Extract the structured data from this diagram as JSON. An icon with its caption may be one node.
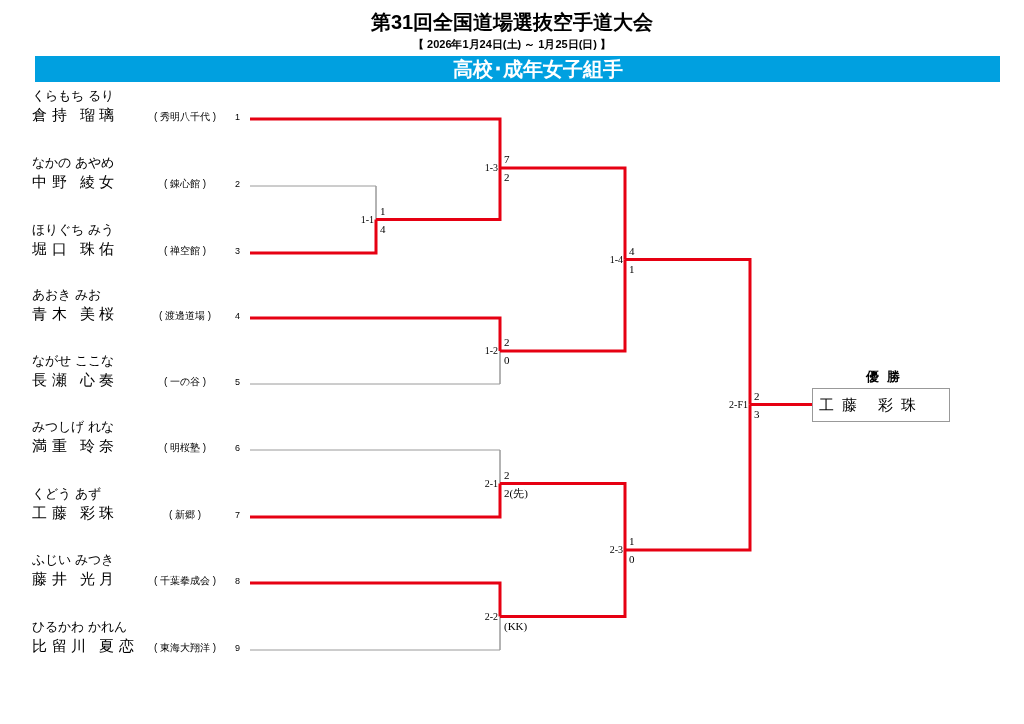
{
  "diagram": {
    "title": "第31回全国道場選抜空手道大会",
    "nodes": [
      {
        "text": [
          "高校･成年女子組手"
        ]
      },
      {
        "text": [
          "くらもち るり",
          "倉持 瑠璃",
          "( 秀明八千代 )"
        ],
        "beside": [
          "1"
        ]
      },
      {
        "text": [
          "なかの あやめ",
          "中野 綾女",
          "( 錬心館 )"
        ],
        "beside": [
          "2"
        ]
      },
      {
        "text": [
          "ほりぐち みう",
          "堀口 珠佑",
          "( 禅空館 )"
        ],
        "beside": [
          "3"
        ]
      },
      {
        "text": [
          "あおき みお",
          "青木 美桜",
          "( 渡邊道場 )"
        ],
        "beside": [
          "4"
        ]
      },
      {
        "text": [
          "ながせ ここな",
          "長瀬 心奏",
          "( 一の谷 )"
        ],
        "beside": [
          "5"
        ]
      },
      {
        "text": [
          "みつしげ れな",
          "満重 玲奈",
          "( 明桜塾 )"
        ],
        "beside": [
          "6"
        ]
      },
      {
        "text": [
          "くどう あず",
          "工藤 彩珠",
          "( 新郷 )"
        ],
        "beside": [
          "7"
        ]
      },
      {
        "text": [
          "ふじい みつき",
          "藤井 光月",
          "( 千葉拳成会 )"
        ],
        "beside": [
          "8"
        ]
      },
      {
        "text": [
          "ひるかわ かれん",
          "比留川 夏恋",
          "( 東海大翔洋 )"
        ],
        "beside": [
          "9"
        ]
      },
      {
        "text": [
          "1-3"
        ],
        "beside": [
          "7",
          "2"
        ]
      },
      {
        "text": [
          "1-1"
        ],
        "beside": [
          "1",
          "4"
        ]
      },
      {
        "text": [
          "1-4"
        ],
        "beside": [
          "4",
          "1"
        ]
      },
      {
        "text": [
          "1-2"
        ],
        "beside": [
          "2",
          "0"
        ]
      },
      {
        "text": [
          "2-F1"
        ],
        "beside": [
          "2",
          "3"
        ]
      },
      {
        "text": [
          "2-1"
        ],
        "beside": [
          "2",
          "2(先)"
        ]
      },
      {
        "text": [
          "2-3"
        ],
        "beside": [
          "1",
          "0"
        ]
      },
      {
        "text": [
          "2-2"
        ],
        "beside": [
          "(KK)"
        ]
      },
      {
        "text": [
          "優勝",
          "工藤 彩珠"
        ]
      }
    ],
    "edges": [
      {
        "from": 1,
        "to": 10,
        "arrow": "none"
      },
      {
        "from": 2,
        "to": 11,
        "arrow": "none",
        "color": "#9a9a9a"
      },
      {
        "from": 3,
        "to": 11,
        "arrow": "none"
      },
      {
        "from": 11,
        "to": 10,
        "arrow": "none"
      },
      {
        "from": 4,
        "to": 13,
        "arrow": "none"
      },
      {
        "from": 5,
        "to": 13,
        "arrow": "none",
        "color": "#9a9a9a"
      },
      {
        "from": 10,
        "to": 12,
        "arrow": "none"
      },
      {
        "from": 13,
        "to": 12,
        "arrow": "none"
      },
      {
        "from": 6,
        "to": 15,
        "arrow": "none",
        "color": "#9a9a9a"
      },
      {
        "from": 7,
        "to": 15,
        "arrow": "none"
      },
      {
        "from": 8,
        "to": 17,
        "arrow": "none"
      },
      {
        "from": 9,
        "to": 17,
        "arrow": "none",
        "color": "#9a9a9a"
      },
      {
        "from": 15,
        "to": 16,
        "arrow": "none"
      },
      {
        "from": 17,
        "to": 16,
        "arrow": "none"
      },
      {
        "from": 12,
        "to": 14,
        "arrow": "none"
      },
      {
        "from": 16,
        "to": 14,
        "arrow": "none"
      },
      {
        "from": 14,
        "to": 18,
        "arrow": "none"
      }
    ],
    "labels": [
      "【 2026年1月24日(土) ～ 1月25日(日) 】"
    ]
  }
}
